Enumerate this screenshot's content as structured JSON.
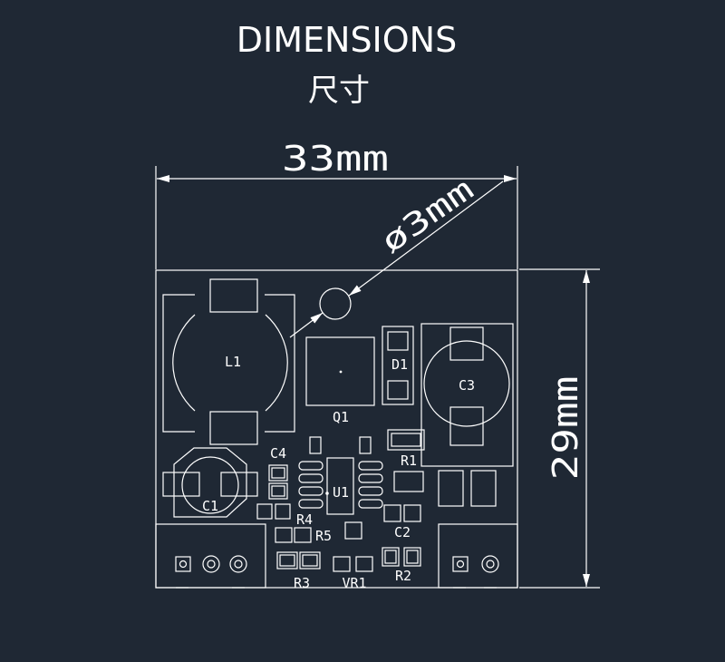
{
  "header": {
    "title": "DIMENSIONS",
    "subtitle": "尺寸"
  },
  "dimensions": {
    "width": "33mm",
    "height": "29mm",
    "hole": "ø3mm"
  },
  "components": {
    "L1": "L1",
    "Q1": "Q1",
    "D1": "D1",
    "C3": "C3",
    "C4": "C4",
    "U1": "U1",
    "R1": "R1",
    "C1": "C1",
    "R4": "R4",
    "R5": "R5",
    "C2": "C2",
    "R3": "R3",
    "VR1": "VR1",
    "R2": "R2"
  },
  "colors": {
    "background": "#1f2834",
    "line": "#ffffff"
  }
}
